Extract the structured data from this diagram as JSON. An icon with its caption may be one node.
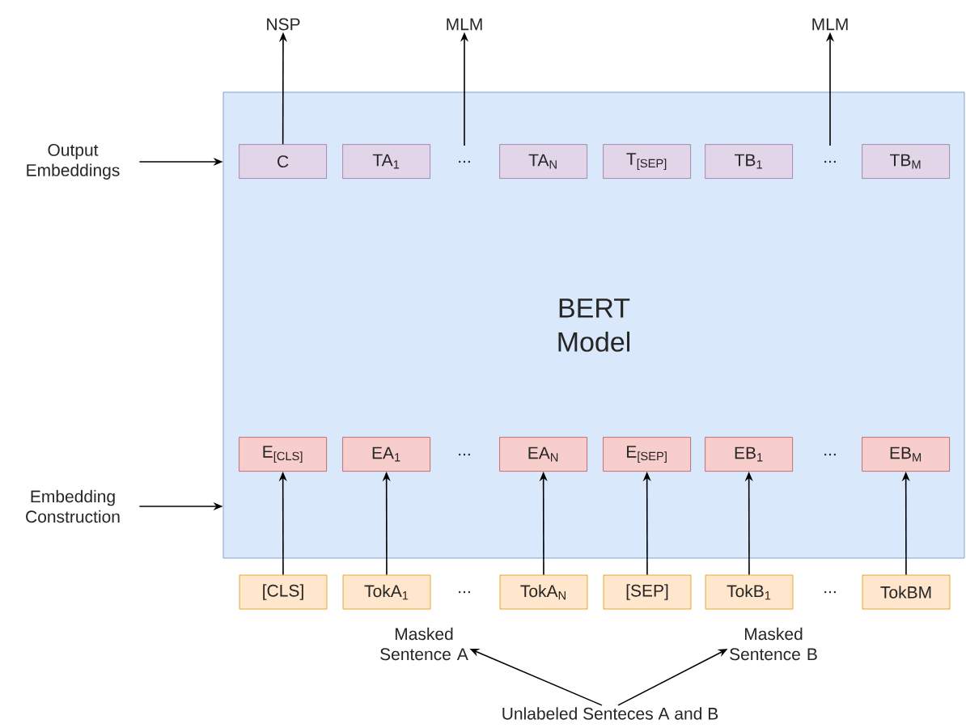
{
  "diagram": {
    "nodes": [
      {
        "text": [
          "BERT Model"
        ]
      },
      {
        "text": [
          "C"
        ],
        "in": 0
      },
      {
        "text": [
          "TA$_{1}$"
        ],
        "in": 0
      },
      {
        "text": [
          "TA$_{N}$"
        ],
        "in": 0
      },
      {
        "text": [
          "T$_{[SEP]}$"
        ],
        "in": 0
      },
      {
        "text": [
          "TB$_{1}$"
        ],
        "in": 0
      },
      {
        "text": [
          "TB$_{M}$"
        ],
        "in": 0
      },
      {
        "text": [
          "E$_{[CLS]}$"
        ],
        "in": 0
      },
      {
        "text": [
          "EA$_{1}$"
        ],
        "in": 0
      },
      {
        "text": [
          "EA$_{N}$"
        ],
        "in": 0
      },
      {
        "text": [
          "E$_{[SEP]}$"
        ],
        "in": 0
      },
      {
        "text": [
          "EB$_{1}$"
        ],
        "in": 0
      },
      {
        "text": [
          "EB$_{M}$"
        ],
        "in": 0
      },
      {
        "text": [
          "[CLS]"
        ]
      },
      {
        "text": [
          "TokA$_{1}$"
        ]
      },
      {
        "text": [
          "TokA$_{N}$"
        ]
      },
      {
        "text": [
          "[SEP]"
        ]
      },
      {
        "text": [
          "TokB$_{1}$"
        ]
      },
      {
        "text": [
          "TokBM"
        ]
      },
      {
        "text": [
          "NSP"
        ]
      },
      {
        "text": [
          "MLM"
        ]
      },
      {
        "text": [
          "MLM"
        ]
      },
      {
        "text": [
          "Output Embeddings"
        ]
      },
      {
        "text": [
          "Embedding Construction"
        ]
      },
      {
        "text": [
          "Masked Sentence A"
        ]
      },
      {
        "text": [
          "Masked Sentence B"
        ]
      },
      {
        "text": [
          "Unlabeled Senteces A and B"
        ]
      }
    ],
    "edges": [
      {
        "from": 1,
        "to": 19,
        "arrow": "to"
      },
      {
        "from": null,
        "to": 20,
        "arrow": "to"
      },
      {
        "from": null,
        "to": 21,
        "arrow": "to"
      },
      {
        "from": 22,
        "to": 0,
        "arrow": "to"
      },
      {
        "from": 23,
        "to": 0,
        "arrow": "to"
      },
      {
        "from": 13,
        "to": 7,
        "arrow": "to"
      },
      {
        "from": 14,
        "to": 8,
        "arrow": "to"
      },
      {
        "from": 15,
        "to": 9,
        "arrow": "to"
      },
      {
        "from": 16,
        "to": 10,
        "arrow": "to"
      },
      {
        "from": 17,
        "to": 11,
        "arrow": "to"
      },
      {
        "from": 18,
        "to": 12,
        "arrow": "to"
      },
      {
        "from": 26,
        "to": 24,
        "arrow": "to"
      },
      {
        "from": 26,
        "to": 25,
        "arrow": "to"
      }
    ],
    "labels": [
      "...",
      "...",
      "...",
      "...",
      "...",
      "..."
    ]
  }
}
